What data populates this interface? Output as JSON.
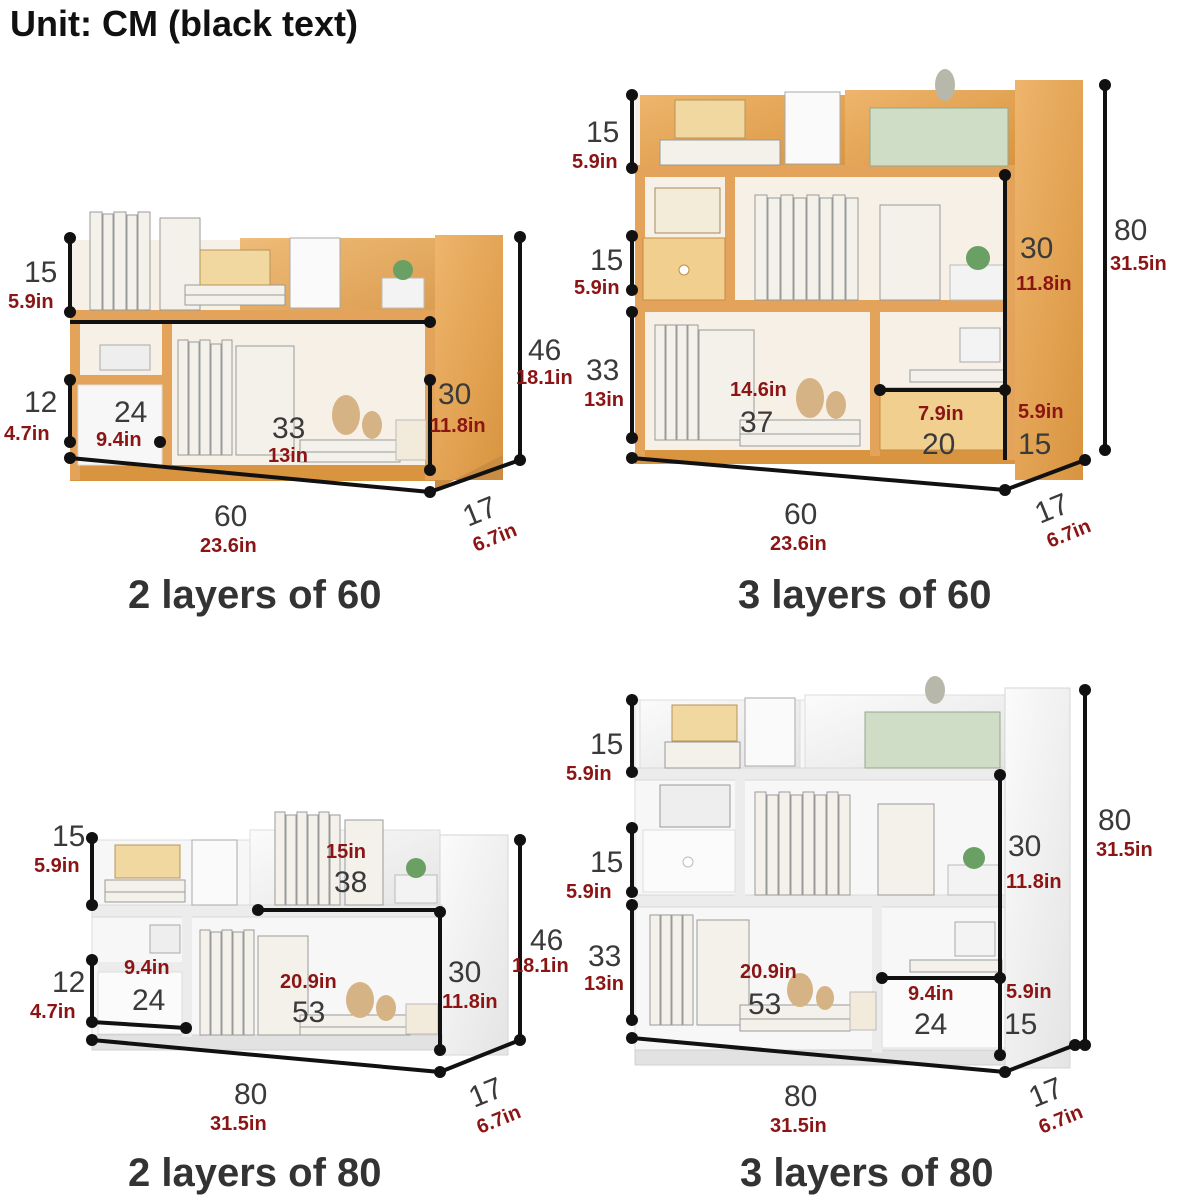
{
  "unit_note": "Unit: CM (black text)",
  "colors": {
    "wood": "#e3a35a",
    "wood_dark": "#c98c43",
    "white_shelf": "#f2f2f2",
    "inch_text": "#8b1414",
    "dim_line": "#111111"
  },
  "panels": [
    {
      "id": "p1",
      "caption": "2 layers of 60",
      "finish": "wood",
      "labels": [
        {
          "key": "top_h",
          "cm": "15",
          "in": "5.9in"
        },
        {
          "key": "left_low_h",
          "cm": "12",
          "in": "4.7in"
        },
        {
          "key": "left_cell_w",
          "cm": "24",
          "in": "9.4in"
        },
        {
          "key": "mid_cell_w",
          "cm": "33",
          "in": "13in"
        },
        {
          "key": "right_h",
          "cm": "30",
          "in": "11.8in"
        },
        {
          "key": "total_h",
          "cm": "46",
          "in": "18.1in"
        },
        {
          "key": "width",
          "cm": "60",
          "in": "23.6in"
        },
        {
          "key": "depth",
          "cm": "17",
          "in": "6.7in"
        }
      ]
    },
    {
      "id": "p2",
      "caption": "3 layers of 60",
      "finish": "wood",
      "labels": [
        {
          "key": "top_h",
          "cm": "15",
          "in": "5.9in"
        },
        {
          "key": "mid_h",
          "cm": "15",
          "in": "5.9in"
        },
        {
          "key": "low_h",
          "cm": "33",
          "in": "13in"
        },
        {
          "key": "low_cell_w",
          "cm": "37",
          "in": "14.6in"
        },
        {
          "key": "drawer_w",
          "cm": "20",
          "in": "7.9in"
        },
        {
          "key": "drawer_h",
          "cm": "15",
          "in": "5.9in"
        },
        {
          "key": "right_h",
          "cm": "30",
          "in": "11.8in"
        },
        {
          "key": "total_h",
          "cm": "80",
          "in": "31.5in"
        },
        {
          "key": "width",
          "cm": "60",
          "in": "23.6in"
        },
        {
          "key": "depth",
          "cm": "17",
          "in": "6.7in"
        }
      ]
    },
    {
      "id": "p3",
      "caption": "2 layers of 80",
      "finish": "white",
      "labels": [
        {
          "key": "top_h",
          "cm": "15",
          "in": "5.9in"
        },
        {
          "key": "top_cell_w",
          "cm": "38",
          "in": "15in"
        },
        {
          "key": "left_low_h",
          "cm": "12",
          "in": "4.7in"
        },
        {
          "key": "left_cell_w",
          "cm": "24",
          "in": "9.4in"
        },
        {
          "key": "mid_cell_w",
          "cm": "53",
          "in": "20.9in"
        },
        {
          "key": "right_h",
          "cm": "30",
          "in": "11.8in"
        },
        {
          "key": "total_h",
          "cm": "46",
          "in": "18.1in"
        },
        {
          "key": "width",
          "cm": "80",
          "in": "31.5in"
        },
        {
          "key": "depth",
          "cm": "17",
          "in": "6.7in"
        }
      ]
    },
    {
      "id": "p4",
      "caption": "3 layers of 80",
      "finish": "white",
      "labels": [
        {
          "key": "top_h",
          "cm": "15",
          "in": "5.9in"
        },
        {
          "key": "mid_h",
          "cm": "15",
          "in": "5.9in"
        },
        {
          "key": "low_h",
          "cm": "33",
          "in": "13in"
        },
        {
          "key": "low_cell_w",
          "cm": "53",
          "in": "20.9in"
        },
        {
          "key": "drawer_w",
          "cm": "24",
          "in": "9.4in"
        },
        {
          "key": "drawer_h",
          "cm": "15",
          "in": "5.9in"
        },
        {
          "key": "right_h",
          "cm": "30",
          "in": "11.8in"
        },
        {
          "key": "total_h",
          "cm": "80",
          "in": "31.5in"
        },
        {
          "key": "width",
          "cm": "80",
          "in": "31.5in"
        },
        {
          "key": "depth",
          "cm": "17",
          "in": "6.7in"
        }
      ]
    }
  ]
}
